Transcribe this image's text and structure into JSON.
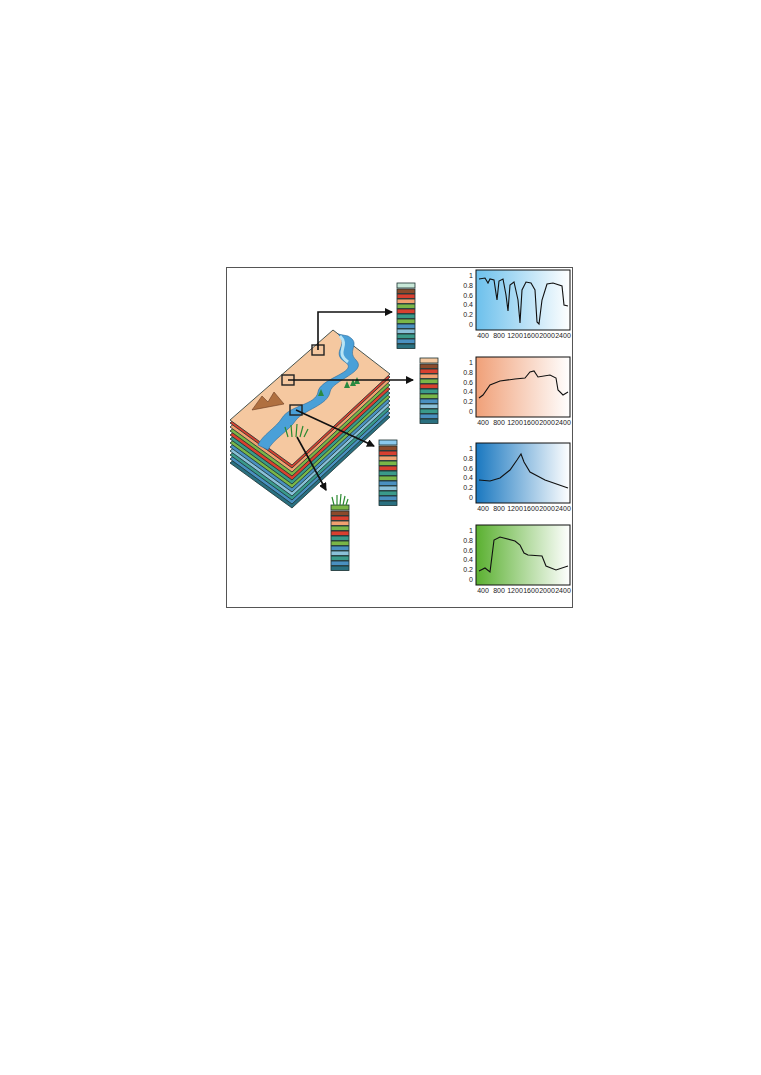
{
  "diagram": {
    "labels": [
      "1",
      "0.8",
      "0.6",
      "0.4",
      "0.2",
      "0",
      "400",
      "800",
      "1200",
      "1600",
      "2000",
      "2400",
      "1",
      "0.8",
      "0.6",
      "0.4",
      "0.2",
      "0",
      "400",
      "800",
      "1200",
      "1600",
      "2000",
      "2400",
      "1",
      "0.8",
      "0.6",
      "0.4",
      "0.2",
      "0",
      "400",
      "800",
      "1200",
      "1600",
      "2000",
      "2400",
      "1",
      "0.8",
      "0.6",
      "0.4",
      "0.2",
      "0",
      "400",
      "800",
      "1200",
      "1600",
      "2000",
      "2400"
    ]
  }
}
